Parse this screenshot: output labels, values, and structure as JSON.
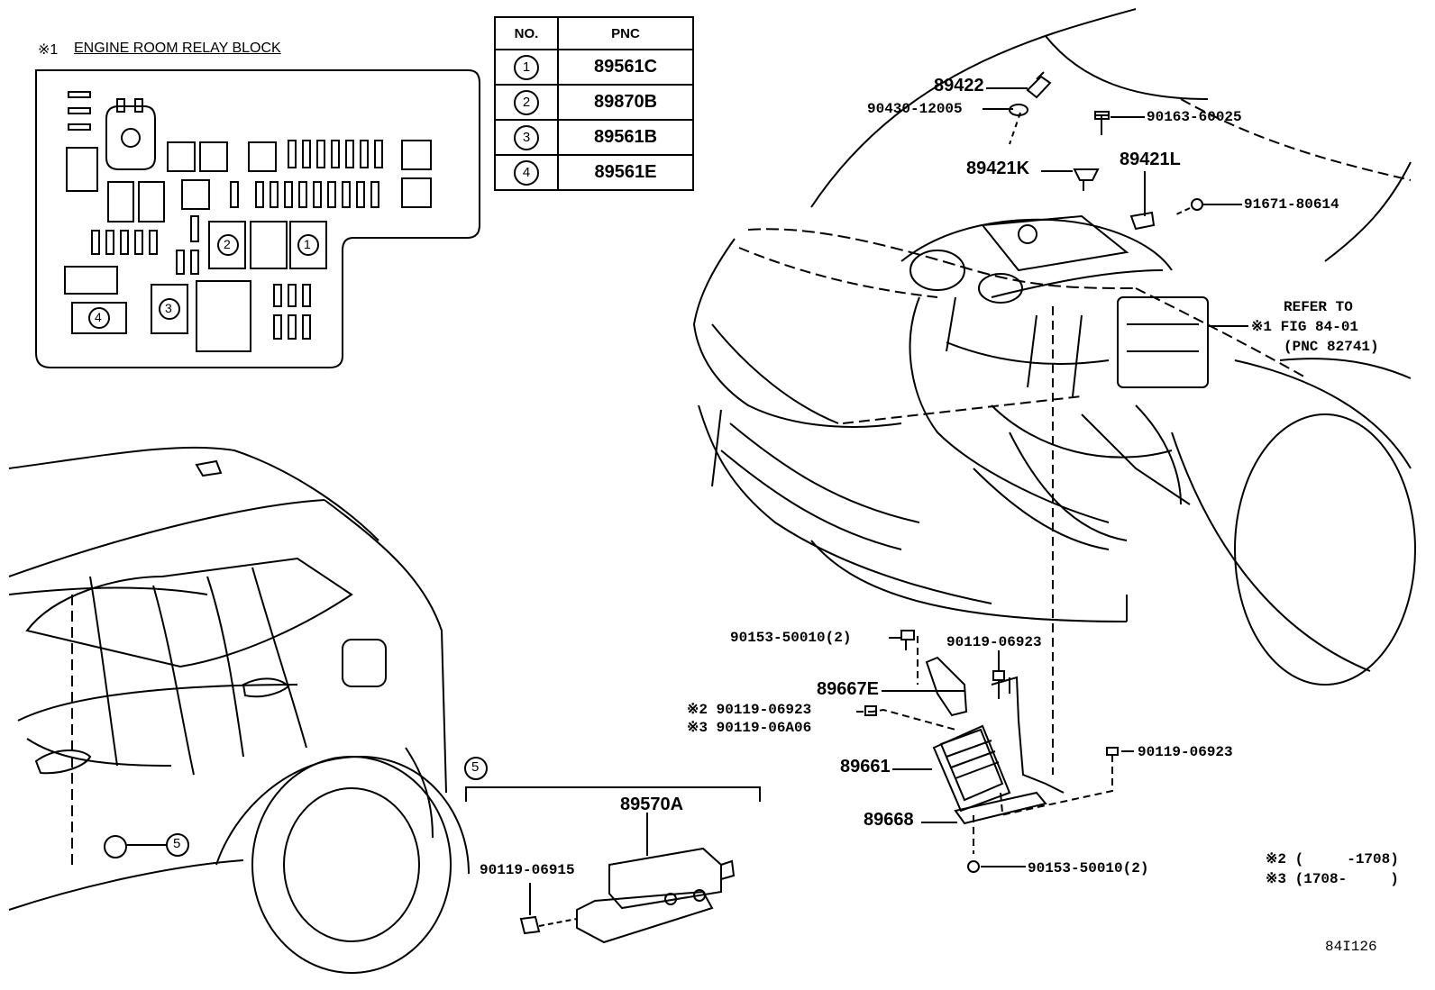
{
  "relay_block": {
    "marker": "※1",
    "title": "ENGINE ROOM RELAY BLOCK",
    "positions": [
      "1",
      "2",
      "3",
      "4"
    ]
  },
  "pnc_table": {
    "headers": [
      "NO.",
      "PNC"
    ],
    "rows": [
      {
        "no": "1",
        "pnc": "89561C"
      },
      {
        "no": "2",
        "pnc": "89870B"
      },
      {
        "no": "3",
        "pnc": "89561B"
      },
      {
        "no": "4",
        "pnc": "89561E"
      }
    ]
  },
  "labels": {
    "p89422": "89422",
    "p90430": "90430-12005",
    "p90163": "90163-60025",
    "p89421k": "89421K",
    "p89421l": "89421L",
    "p91671": "91671-80614",
    "refer1": "REFER TO",
    "refer2": "※1 FIG 84-01",
    "refer3": "(PNC 82741)",
    "p90153a": "90153-50010(2)",
    "p90119a": "90119-06923",
    "p89667e": "89667E",
    "p90119b": "※2 90119-06923",
    "p90119c": "※3 90119-06A06",
    "p90119d": "90119-06923",
    "p89661": "89661",
    "p89668": "89668",
    "p90153b": "90153-50010(2)",
    "callout5": "5",
    "p89570a": "89570A",
    "p90119e": "90119-06915",
    "note2": "※2 (     -1708)",
    "note3": "※3 (1708-     )",
    "fig_id": "84I126"
  }
}
